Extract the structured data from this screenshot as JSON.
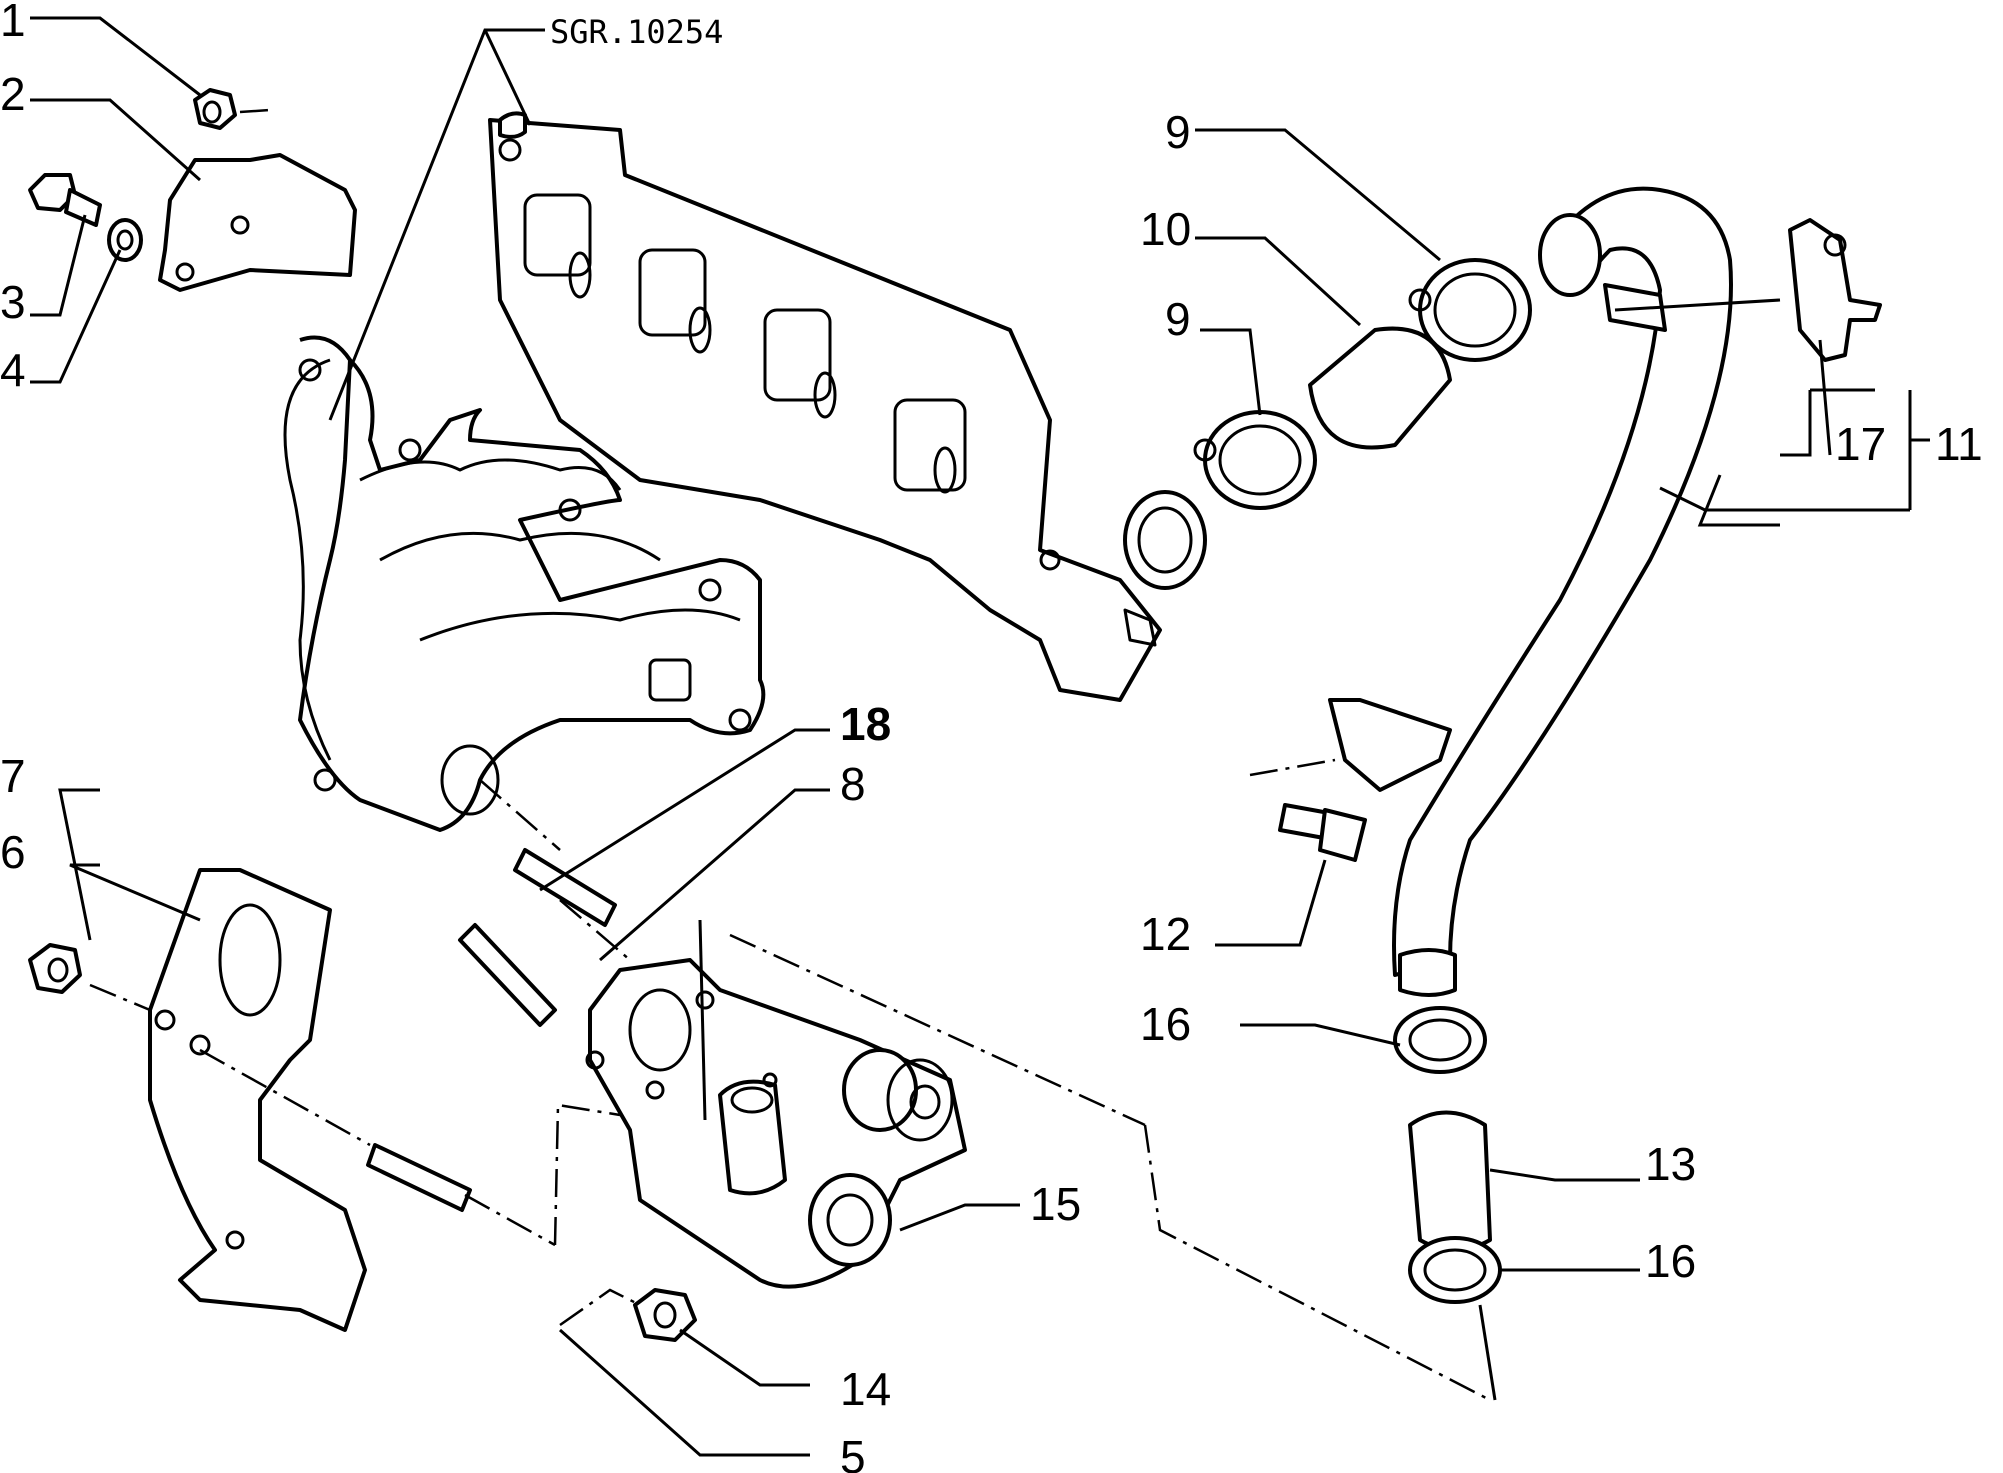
{
  "drawing_code": "SGR.10254",
  "callouts": {
    "c1": "1",
    "c2": "2",
    "c3": "3",
    "c4": "4",
    "c5": "5",
    "c6": "6",
    "c7": "7",
    "c8": "8",
    "c9a": "9",
    "c9b": "9",
    "c10": "10",
    "c11": "11",
    "c12": "12",
    "c13": "13",
    "c14": "14",
    "c15": "15",
    "c16a": "16",
    "c16b": "16",
    "c17": "17",
    "c18": "18"
  }
}
